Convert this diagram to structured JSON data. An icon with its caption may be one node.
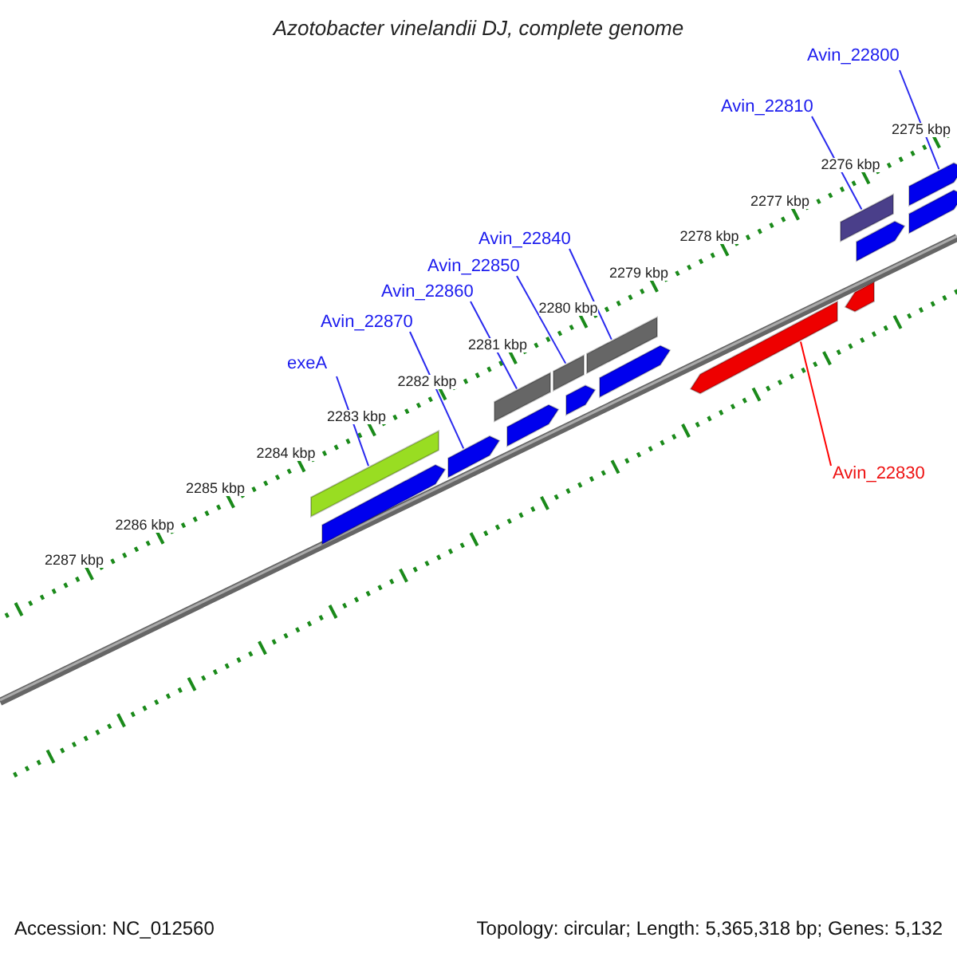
{
  "diagram": {
    "title": "Azotobacter vinelandii DJ, complete genome",
    "nodes": [
      {
        "text": [
          "Avin_22800"
        ]
      },
      {
        "text": [
          "Avin_22810"
        ]
      },
      {
        "text": [
          "Avin_22840"
        ]
      },
      {
        "text": [
          "Avin_22850"
        ]
      },
      {
        "text": [
          "Avin_22860"
        ]
      },
      {
        "text": [
          "Avin_22870"
        ]
      },
      {
        "text": [
          "exeA"
        ]
      },
      {
        "text": [
          "Avin_22830"
        ]
      },
      {
        "text": [],
        "shape": "bar"
      },
      {
        "text": [],
        "shape": "bar"
      },
      {
        "text": [],
        "shape": "bar"
      },
      {
        "text": [],
        "shape": "bar"
      },
      {
        "text": [],
        "shape": "bar"
      },
      {
        "text": [],
        "shape": "bar"
      },
      {
        "text": [],
        "shape": "bar"
      },
      {
        "text": [],
        "shape": "bar"
      },
      {
        "text": [],
        "shape": "bar"
      },
      {
        "text": [],
        "shape": "bar"
      },
      {
        "text": [],
        "shape": "bar"
      },
      {
        "text": [],
        "shape": "bar"
      },
      {
        "text": [],
        "shape": "bar"
      },
      {
        "text": [],
        "shape": "bar"
      },
      {
        "text": [],
        "shape": "bar"
      }
    ],
    "edges": [
      {
        "from": 0,
        "to": 15,
        "arrow": "none"
      },
      {
        "from": 1,
        "to": 14,
        "arrow": "none"
      },
      {
        "from": 2,
        "to": 12,
        "arrow": "none"
      },
      {
        "from": 3,
        "to": 11,
        "arrow": "none"
      },
      {
        "from": 4,
        "to": 10,
        "arrow": "none"
      },
      {
        "from": 5,
        "to": 9,
        "arrow": "none"
      },
      {
        "from": 6,
        "to": 8,
        "arrow": "none"
      },
      {
        "from": 7,
        "to": 13,
        "arrow": "none",
        "color": "#ff0000"
      }
    ],
    "labels": [
      "2275 kbp",
      "2276 kbp",
      "2277 kbp",
      "2278 kbp",
      "2279 kbp",
      "2280 kbp",
      "2281 kbp",
      "2282 kbp",
      "2283 kbp",
      "2284 kbp",
      "2285 kbp",
      "2286 kbp",
      "2287 kbp",
      "Accession: NC_012560",
      "Topology: circular; Length: 5,365,318 bp; Genes: 5,132"
    ]
  }
}
